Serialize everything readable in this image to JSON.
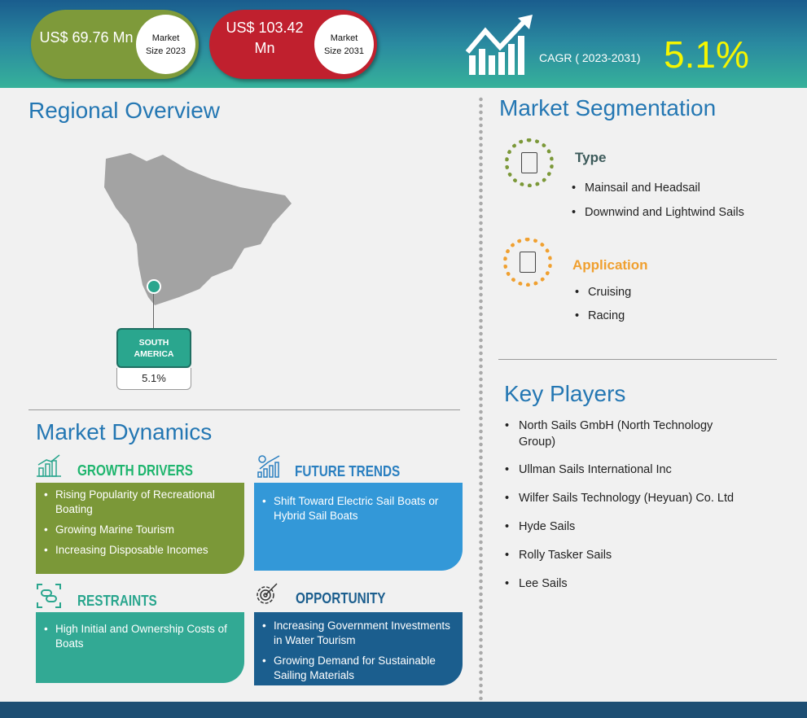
{
  "header": {
    "market_2023": {
      "value": "US$ 69.76 Mn",
      "label": "Market Size 2023",
      "color": "#7e9a3a"
    },
    "market_2031": {
      "value": "US$ 103.42 Mn",
      "label": "Market Size 2031",
      "color": "#c0202e"
    },
    "cagr_label": "CAGR ( 2023-2031)",
    "cagr_value": "5.1%",
    "cagr_color": "#f5f500"
  },
  "regional": {
    "title": "Regional Overview",
    "region": "SOUTH AMERICA",
    "region_value": "5.1%"
  },
  "dynamics": {
    "title": "Market Dynamics",
    "growth_drivers": {
      "title": "GROWTH DRIVERS",
      "items": [
        "Rising Popularity of Recreational Boating",
        "Growing Marine Tourism",
        "Increasing Disposable Incomes"
      ]
    },
    "future_trends": {
      "title": "FUTURE TRENDS",
      "items": [
        "Shift Toward Electric Sail Boats or Hybrid Sail Boats"
      ]
    },
    "restraints": {
      "title": "RESTRAINTS",
      "items": [
        "High Initial and Ownership Costs of Boats"
      ]
    },
    "opportunity": {
      "title": "OPPORTUNITY",
      "items": [
        "Increasing Government Investments in Water Tourism",
        "Growing Demand for Sustainable Sailing Materials"
      ]
    }
  },
  "segmentation": {
    "title": "Market Segmentation",
    "type": {
      "title": "Type",
      "items": [
        "Mainsail and Headsail",
        "Downwind and Lightwind Sails"
      ]
    },
    "application": {
      "title": "Application",
      "items": [
        "Cruising",
        "Racing"
      ]
    }
  },
  "key_players": {
    "title": "Key Players",
    "items": [
      "North Sails GmbH (North Technology Group)",
      "Ullman Sails International Inc",
      "Wilfer Sails Technology (Heyuan) Co. Ltd",
      "Hyde Sails",
      "Rolly Tasker Sails",
      "Lee Sails"
    ]
  }
}
